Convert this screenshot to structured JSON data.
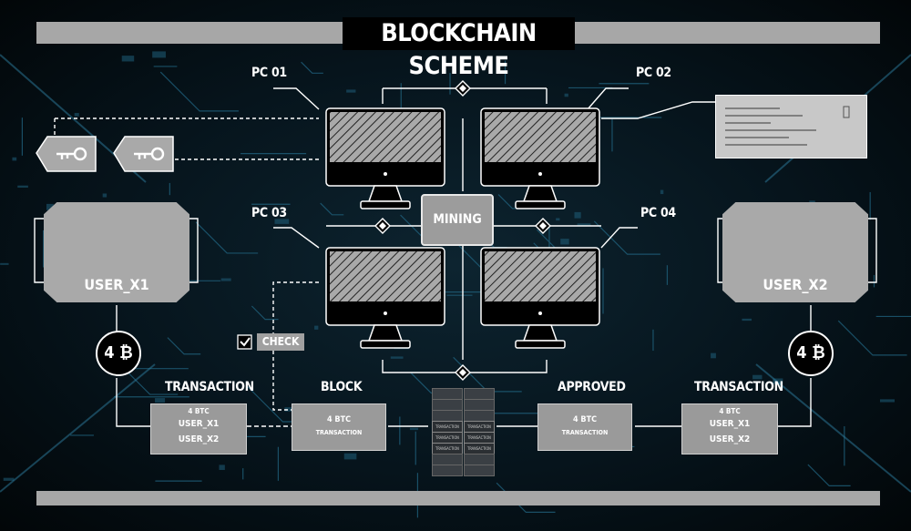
{
  "title": "BLOCKCHAIN SCHEME",
  "computers": [
    {
      "label": "PC 01"
    },
    {
      "label": "PC 02"
    },
    {
      "label": "PC 03"
    },
    {
      "label": "PC 04"
    }
  ],
  "mining": "MINING",
  "users": [
    {
      "name": "USER_X1",
      "btc": "4 ₿"
    },
    {
      "name": "USER_X2",
      "btc": "4 ₿"
    }
  ],
  "check": "CHECK",
  "flow": [
    {
      "heading": "TRANSACTION",
      "lines": [
        "4 BTC",
        "USER_X1",
        "USER_X2"
      ]
    },
    {
      "heading": "BLOCK",
      "lines": [
        "4 BTC",
        "TRANSACTION"
      ]
    },
    {
      "heading": "APPROVED",
      "lines": [
        "4 BTC",
        "TRANSACTION"
      ]
    },
    {
      "heading": "TRANSACTION",
      "lines": [
        "4 BTC",
        "USER_X1",
        "USER_X2"
      ]
    }
  ],
  "ledger_cell": "TRANSACTION",
  "colors": {
    "panel": "#a9a9a9",
    "line": "#ffffff",
    "circuit": "#1f5f7a",
    "background": "#06141c"
  },
  "icons": [
    "key-icon",
    "user-icon",
    "bitcoin-icon",
    "monitor-icon",
    "checkmark-icon",
    "diamond-icon"
  ]
}
